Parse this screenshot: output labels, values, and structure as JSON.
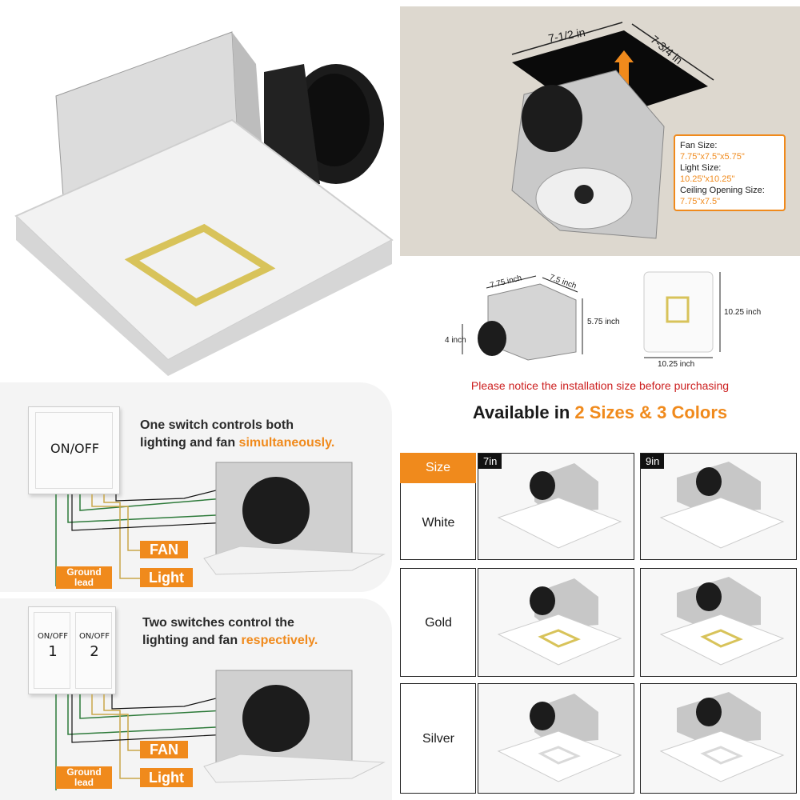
{
  "colors": {
    "accent": "#f08a1c",
    "red_notice": "#cc1f1f",
    "gold": "#d8c35a",
    "dark": "#1a1a1a"
  },
  "opening_diagram": {
    "width_label": "7-1/2 in",
    "depth_label": "7-3/4 in",
    "spec_fan_label": "Fan Size:",
    "spec_fan_value": "7.75\"x7.5\"x5.75\"",
    "spec_light_label": "Light Size:",
    "spec_light_value": "10.25\"x10.25\"",
    "spec_opening_label": "Ceiling Opening Size:",
    "spec_opening_value": "7.75\"x7.5\""
  },
  "dimensions": {
    "fan_depth": "7.75 inch",
    "fan_width": "7.5 inch",
    "fan_height": "5.75 inch",
    "duct": "4 inch",
    "light_height": "10.25 inch",
    "light_width": "10.25 inch",
    "notice": "Please notice the installation size before purchasing"
  },
  "availability": {
    "prefix": "Available in ",
    "highlight": "2 Sizes & 3 Colors",
    "size_header": "Size",
    "size_7": "7in",
    "size_9": "9in",
    "colors": [
      "White",
      "Gold",
      "Silver"
    ]
  },
  "wiring_one": {
    "switch_label": "ON/OFF",
    "text_line1": "One switch controls both",
    "text_line2": "lighting and fan ",
    "text_highlight": "simultaneously.",
    "fan_label": "FAN",
    "light_label": "Light",
    "ground_line1": "Ground",
    "ground_line2": "lead"
  },
  "wiring_two": {
    "switch1_label": "ON/OFF",
    "switch1_num": "1",
    "switch2_label": "ON/OFF",
    "switch2_num": "2",
    "text_line1": "Two switches control the",
    "text_line2": "lighting and fan ",
    "text_highlight": "respectively.",
    "fan_label": "FAN",
    "light_label": "Light",
    "ground_line1": "Ground",
    "ground_line2": "lead"
  }
}
